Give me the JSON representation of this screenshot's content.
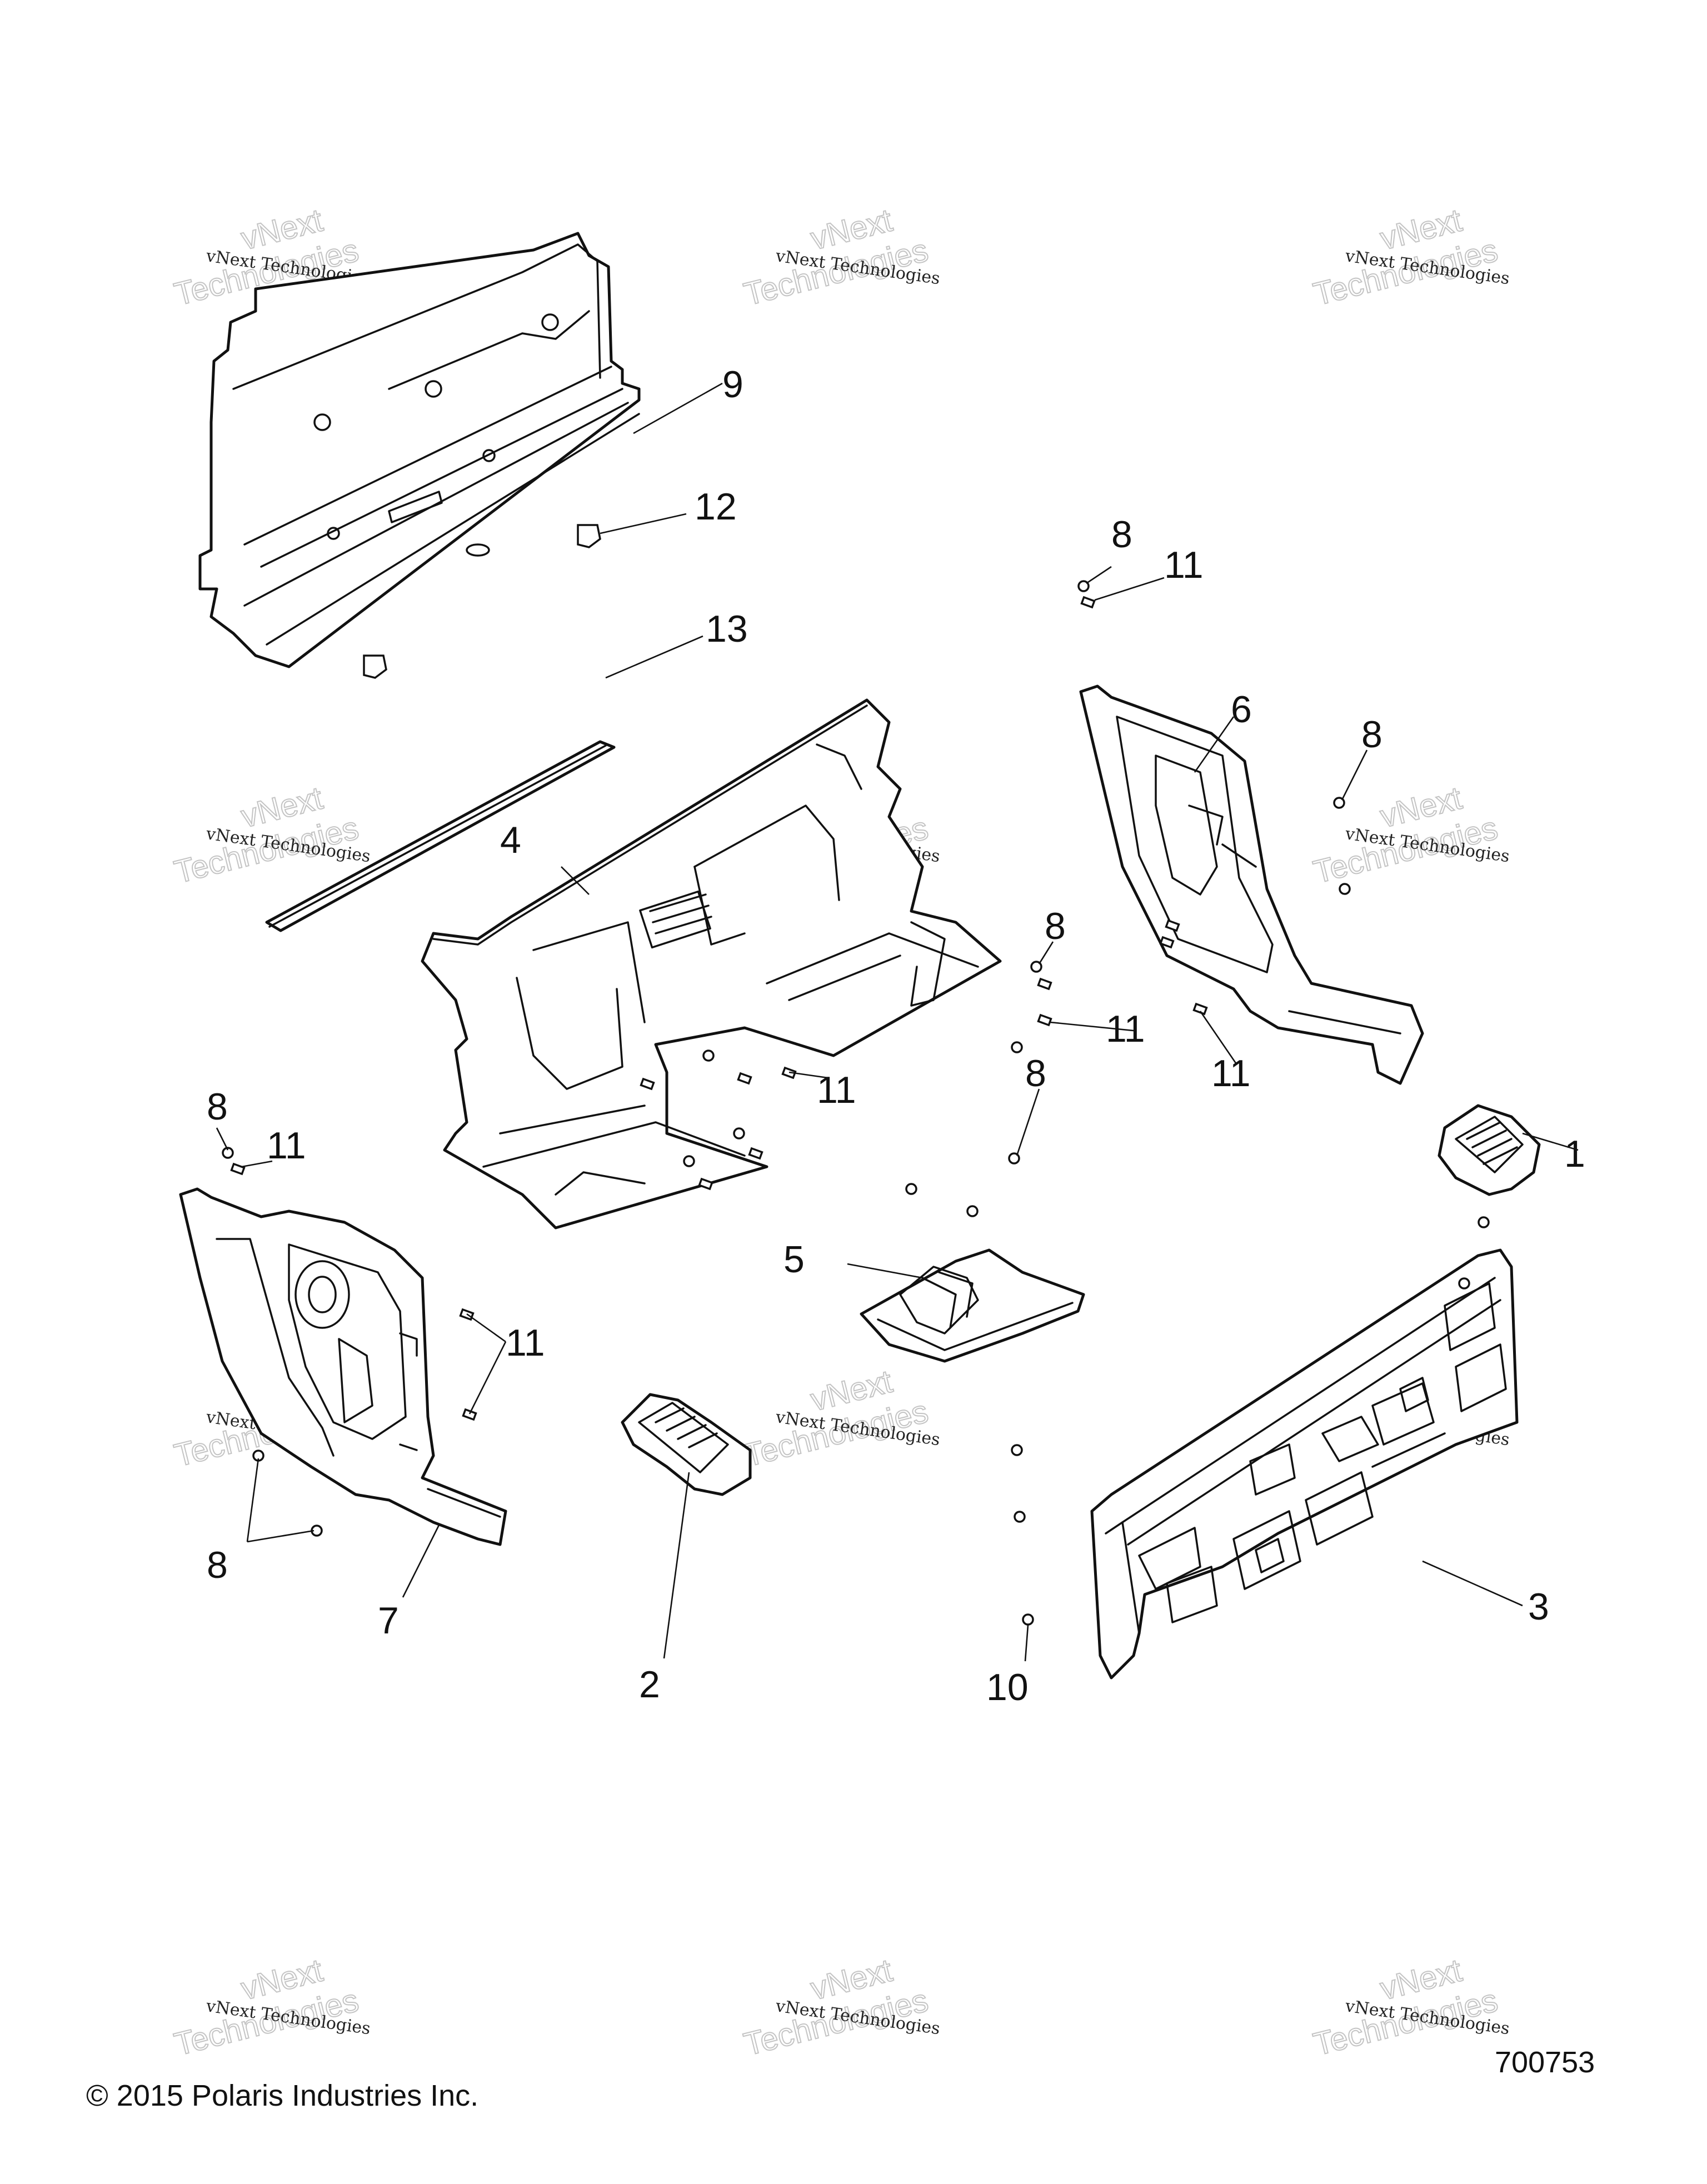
{
  "watermark": {
    "small_text": "vNext Technologies",
    "big_line_1": "vNext",
    "big_line_2": "Technologies"
  },
  "callouts": [
    "1",
    "2",
    "3",
    "4",
    "5",
    "6",
    "7",
    "8",
    "9",
    "10",
    "11",
    "12",
    "13"
  ],
  "footer": {
    "copyright": "© 2015 Polaris Industries Inc.",
    "diagram_number": "700753"
  }
}
